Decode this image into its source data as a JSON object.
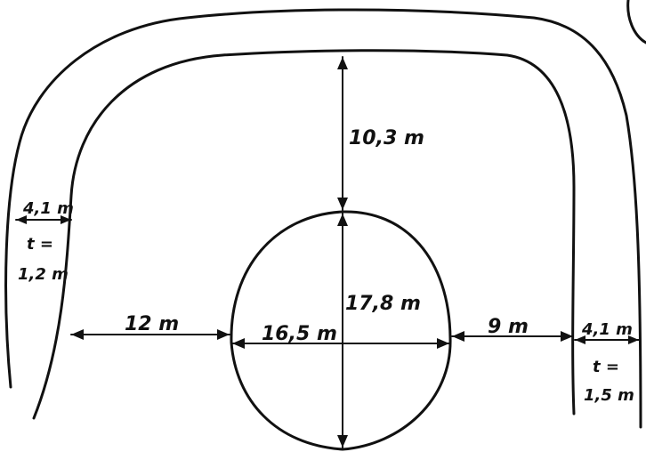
{
  "diagram": {
    "ink_color": "#111111",
    "background_color": "#ffffff",
    "labels": {
      "top_gap": "10,3 m",
      "pond_height": "17,8 m",
      "pond_width": "16,5 m",
      "left_gap": "12 m",
      "right_gap": "9 m",
      "left_path_width": "4,1 m",
      "left_depth_line1": "t =",
      "left_depth_line2": "1,2 m",
      "right_path_width": "4,1 m",
      "right_depth_line1": "t =",
      "right_depth_line2": "1,5 m"
    }
  }
}
